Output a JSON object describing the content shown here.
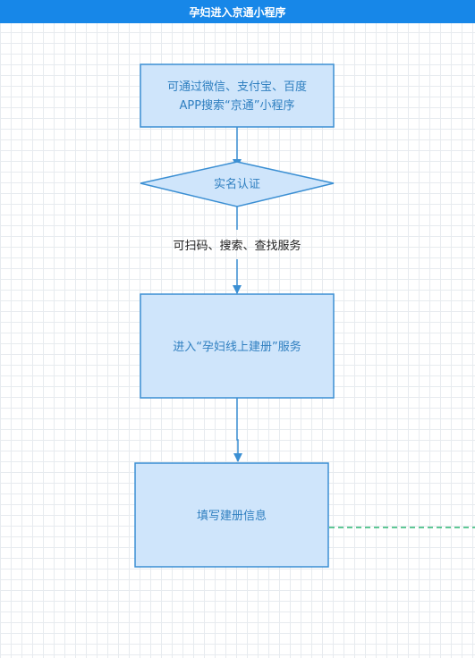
{
  "window": {
    "title": "孕妇进入京通小程序"
  },
  "flowchart": {
    "step1": {
      "line1": "可通过微信、支付宝、百度",
      "line2": "APP搜索“京通”小程序"
    },
    "decision": {
      "label": "实名认证"
    },
    "edge_label": "可扫码、搜索、查找服务",
    "step2": {
      "label": "进入“孕妇线上建册”服务"
    },
    "step3": {
      "label": "填写建册信息"
    }
  },
  "colors": {
    "title_bar": "#1787e8",
    "node_fill": "#cfe5fb",
    "node_stroke": "#3b8fd3",
    "arrow": "#3b8fd3",
    "dashed_link": "#2bb673",
    "grid": "#e7ebef"
  }
}
